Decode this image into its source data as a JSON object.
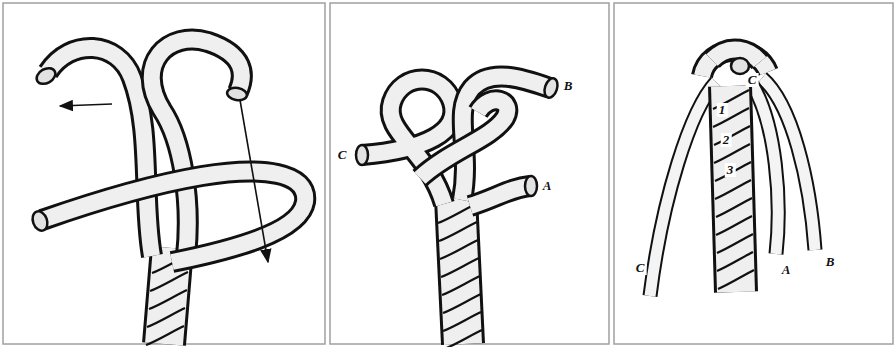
{
  "diagram": {
    "labels": [
      "B",
      "C",
      "A",
      "C",
      "1",
      "2",
      "3",
      "C",
      "B",
      "A"
    ]
  }
}
